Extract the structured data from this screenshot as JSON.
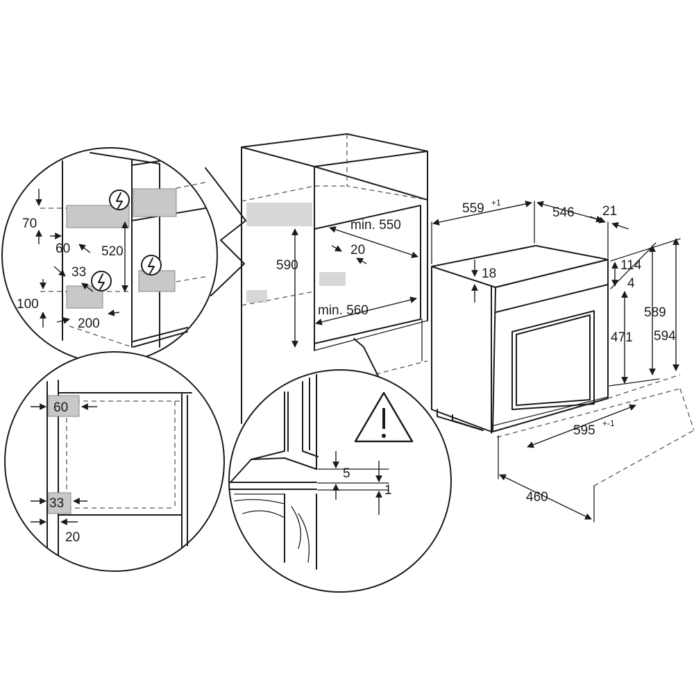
{
  "cabinet": {
    "dim_height_590": "590",
    "dim_min_550": "min. 550",
    "dim_20": "20",
    "dim_min_560": "min. 560"
  },
  "socket_detail": {
    "dim_70": "70",
    "dim_60": "60",
    "dim_520": "520",
    "dim_33": "33",
    "dim_100": "100",
    "dim_200": "200",
    "socket_icon": "lightning-bolt-icon"
  },
  "side_detail": {
    "dim_60": "60",
    "dim_33": "33",
    "dim_20": "20"
  },
  "base_detail": {
    "dim_5": "5",
    "dim_1": "1",
    "warning_icon": "warning-triangle-icon"
  },
  "oven": {
    "dim_559": "559",
    "dim_559_tol": "+1",
    "dim_546": "546",
    "dim_21": "21",
    "dim_18": "18",
    "dim_114": "114",
    "dim_4": "4",
    "dim_589": "589",
    "dim_594": "594",
    "dim_471": "471",
    "dim_595": "595",
    "dim_595_tol": "+-1",
    "dim_460": "460"
  }
}
